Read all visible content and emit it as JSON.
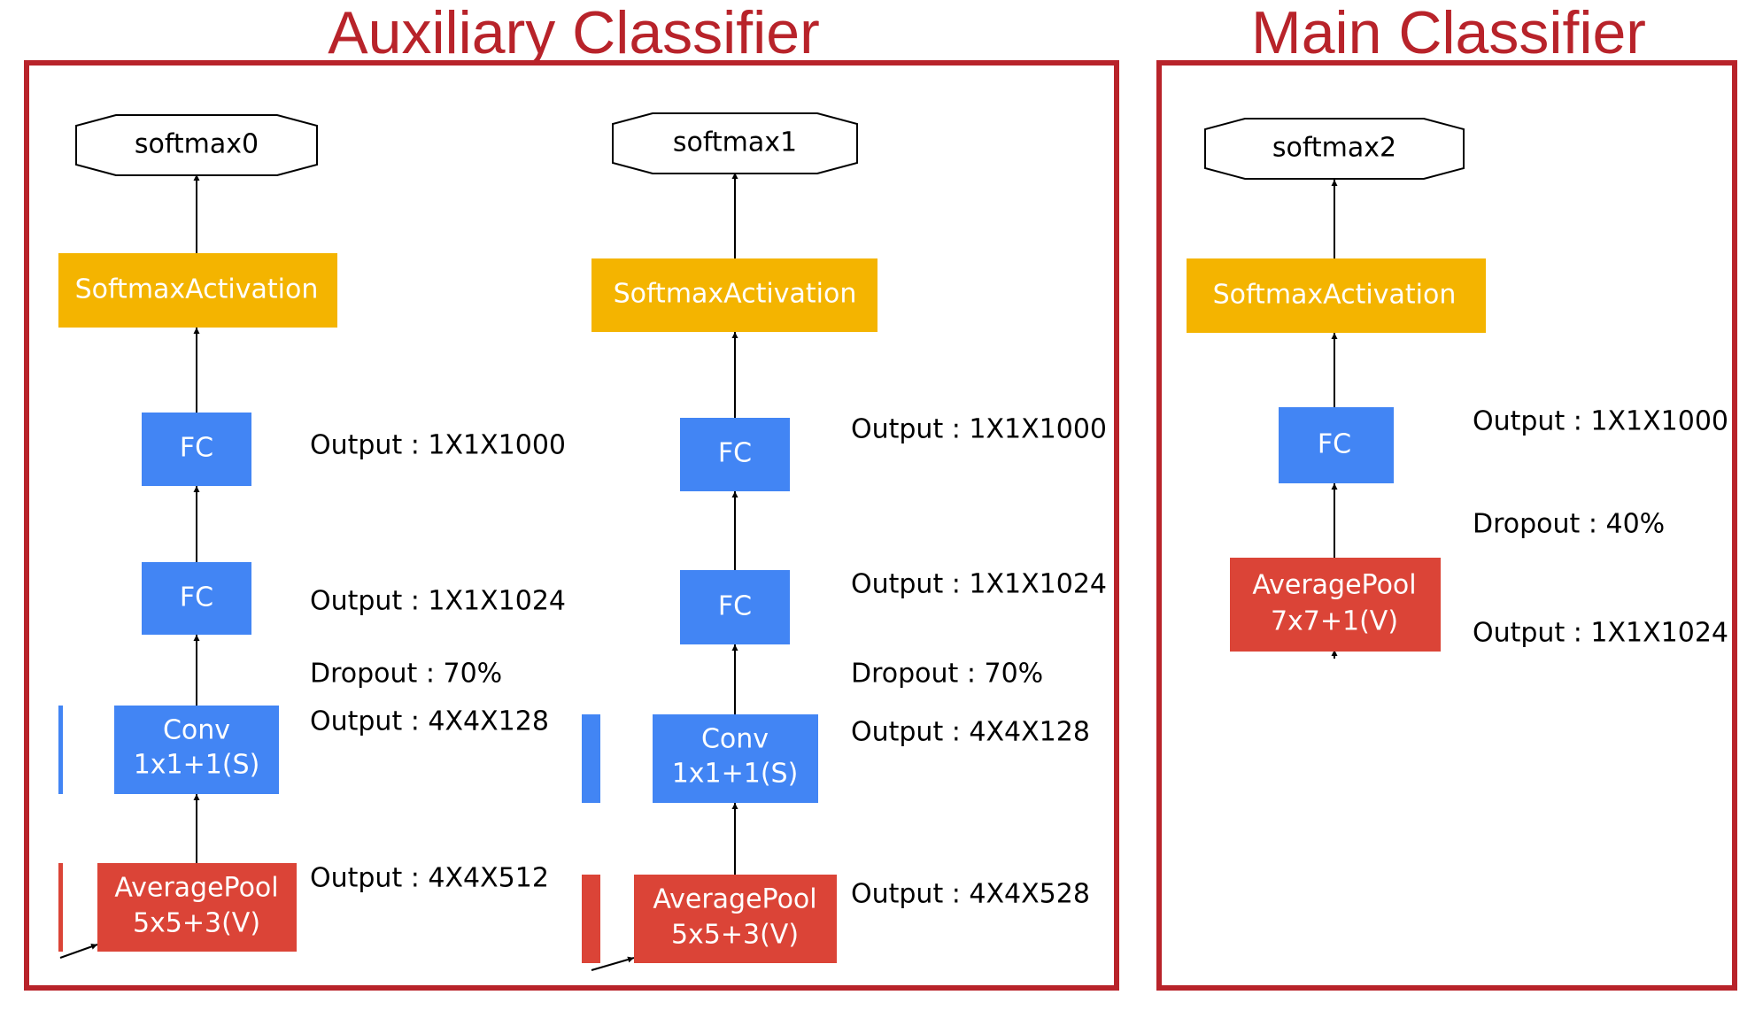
{
  "titles": {
    "auxiliary": "Auxiliary Classifier",
    "main": "Main Classifier"
  },
  "colors": {
    "frame": "#b8232a",
    "title": "#b8232a",
    "softmax_activation": "#f4b400",
    "fc_conv": "#4285f4",
    "average_pool": "#db4437",
    "node_text": "#ffffff",
    "edge": "#000000"
  },
  "columns": {
    "aux0": {
      "softmax": "softmax0",
      "activation": "SoftmaxActivation",
      "fc_top": "FC",
      "fc_bottom": "FC",
      "conv_line1": "Conv",
      "conv_line2": "1x1+1(S)",
      "pool_line1": "AveragePool",
      "pool_line2": "5x5+3(V)",
      "annotations": {
        "fc_top_output": "Output : 1X1X1000",
        "fc_bottom_output": "Output : 1X1X1024",
        "dropout": "Dropout : 70%",
        "conv_output": "Output : 4X4X128",
        "pool_output": "Output : 4X4X512"
      }
    },
    "aux1": {
      "softmax": "softmax1",
      "activation": "SoftmaxActivation",
      "fc_top": "FC",
      "fc_bottom": "FC",
      "conv_line1": "Conv",
      "conv_line2": "1x1+1(S)",
      "pool_line1": "AveragePool",
      "pool_line2": "5x5+3(V)",
      "annotations": {
        "fc_top_output": "Output : 1X1X1000",
        "fc_bottom_output": "Output : 1X1X1024",
        "dropout": "Dropout : 70%",
        "conv_output": "Output : 4X4X128",
        "pool_output": "Output : 4X4X528"
      }
    },
    "main": {
      "softmax": "softmax2",
      "activation": "SoftmaxActivation",
      "fc": "FC",
      "pool_line1": "AveragePool",
      "pool_line2": "7x7+1(V)",
      "annotations": {
        "fc_output": "Output : 1X1X1000",
        "dropout": "Dropout : 40%",
        "pool_output": "Output : 1X1X1024"
      }
    }
  }
}
